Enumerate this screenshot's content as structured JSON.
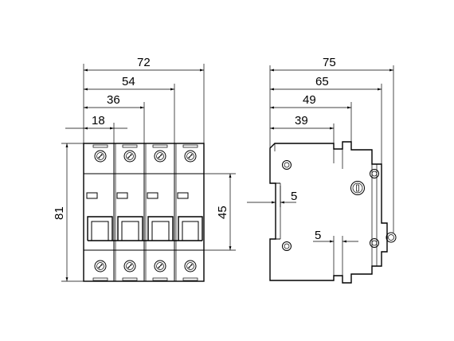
{
  "front_view": {
    "width_total": "72",
    "width_3pole": "54",
    "width_2pole": "36",
    "width_1pole": "18",
    "height_total": "81",
    "height_front": "45"
  },
  "side_view": {
    "depth_total": "75",
    "depth_body": "65",
    "depth_49": "49",
    "depth_39": "39",
    "offset_left": "5",
    "offset_bottom": "5"
  }
}
